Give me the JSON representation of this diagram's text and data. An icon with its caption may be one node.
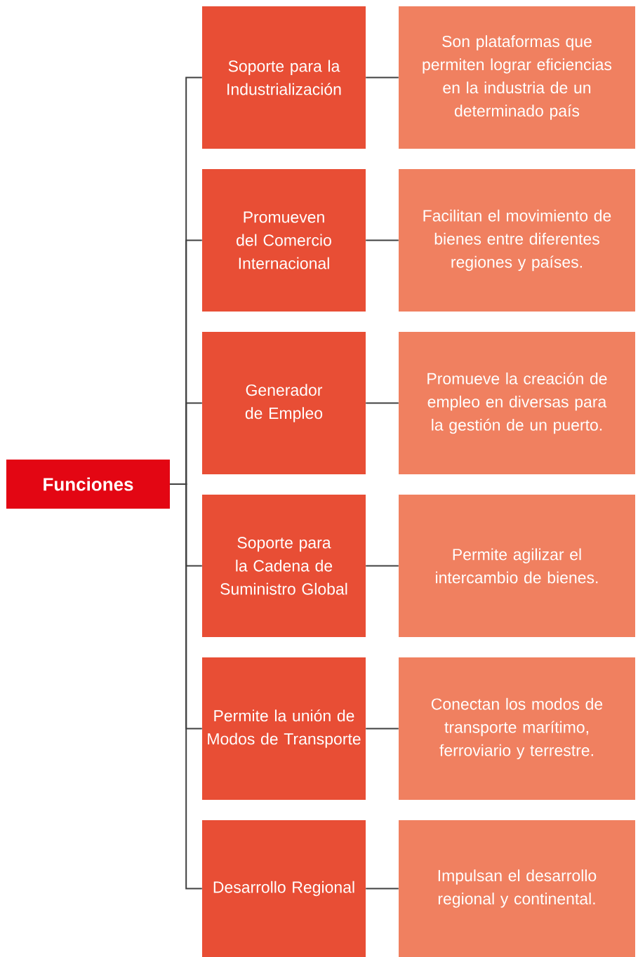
{
  "diagram": {
    "nodes": [
      {
        "text": [
          "Funciones"
        ]
      },
      {
        "text": [
          "Soporte para la Industrialización"
        ]
      },
      {
        "text": [
          "Son plataformas que permiten lograr eficiencias en la industria de un determinado país"
        ]
      },
      {
        "text": [
          "Promueven del Comercio Internacional"
        ]
      },
      {
        "text": [
          "Facilitan el movimiento de bienes entre diferentes regiones y países."
        ]
      },
      {
        "text": [
          "Generador de Empleo"
        ]
      },
      {
        "text": [
          "Promueve la creación de empleo en diversas para la gestión de un puerto."
        ]
      },
      {
        "text": [
          "Soporte para la Cadena de Suministro Global"
        ]
      },
      {
        "text": [
          "Permite agilizar el intercambio de bienes."
        ]
      },
      {
        "text": [
          "Permite la unión de Modos de Transporte"
        ]
      },
      {
        "text": [
          "Conectan los modos de transporte marítimo, ferroviario y terrestre."
        ]
      },
      {
        "text": [
          "Desarrollo Regional"
        ]
      },
      {
        "text": [
          "Impulsan el desarrollo regional y continental."
        ]
      }
    ],
    "edges": [
      {
        "from": 0,
        "to": 1,
        "arrow": "none"
      },
      {
        "from": 0,
        "to": 3,
        "arrow": "none"
      },
      {
        "from": 0,
        "to": 5,
        "arrow": "none"
      },
      {
        "from": 0,
        "to": 7,
        "arrow": "none"
      },
      {
        "from": 0,
        "to": 9,
        "arrow": "none"
      },
      {
        "from": 0,
        "to": 11,
        "arrow": "none"
      },
      {
        "from": 1,
        "to": 2,
        "arrow": "none"
      },
      {
        "from": 3,
        "to": 4,
        "arrow": "none"
      },
      {
        "from": 5,
        "to": 6,
        "arrow": "none"
      },
      {
        "from": 7,
        "to": 8,
        "arrow": "none"
      },
      {
        "from": 9,
        "to": 10,
        "arrow": "none"
      },
      {
        "from": 11,
        "to": 12,
        "arrow": "none"
      }
    ]
  }
}
